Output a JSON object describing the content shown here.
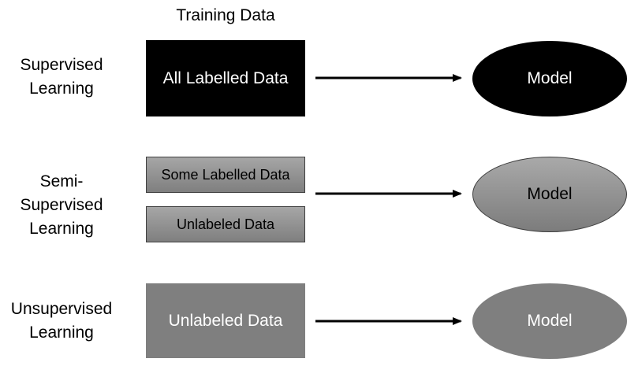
{
  "header": {
    "title": "Training Data"
  },
  "rows": [
    {
      "label_lines": [
        "Supervised",
        "Learning"
      ],
      "boxes": [
        "All Labelled Data"
      ],
      "model": "Model"
    },
    {
      "label_lines": [
        "Semi-",
        "Supervised",
        "Learning"
      ],
      "boxes": [
        "Some Labelled Data",
        "Unlabeled Data"
      ],
      "model": "Model"
    },
    {
      "label_lines": [
        "Unsupervised",
        "Learning"
      ],
      "boxes": [
        "Unlabeled Data"
      ],
      "model": "Model"
    }
  ],
  "colors": {
    "black": "#000000",
    "gray_gradient_top": "#a6a6a6",
    "gray_gradient_bottom": "#7f7f7f",
    "flat_gray": "#7f7f7f"
  }
}
